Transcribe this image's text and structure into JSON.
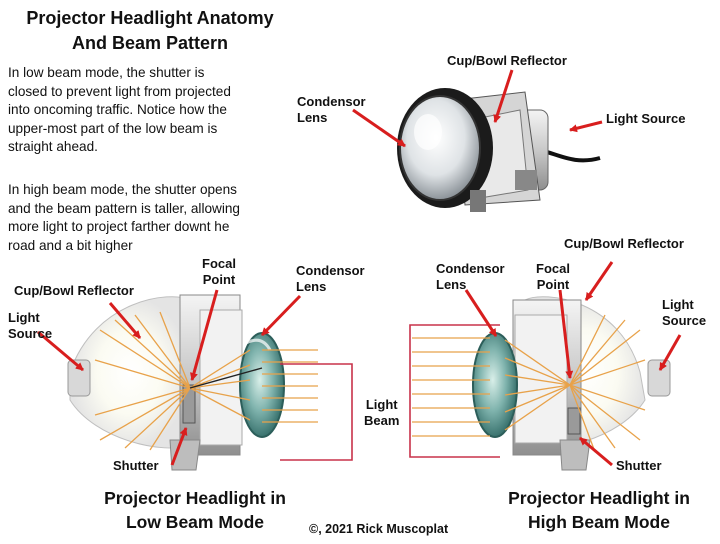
{
  "title": {
    "line1": "Projector Headlight Anatomy",
    "line2": "And Beam Pattern"
  },
  "description": {
    "low_beam": [
      "In low beam mode, the shutter is",
      "closed to prevent light from projected",
      "into oncoming traffic. Notice how the",
      "upper-most part of the low beam is",
      "straight ahead."
    ],
    "high_beam": [
      "In high beam mode, the shutter opens",
      "and the beam pattern is taller, allowing",
      "more light to project farther downt he",
      "road and a bit higher"
    ]
  },
  "top_unit": {
    "cup_reflector": "Cup/Bowl Reflector",
    "condensor_lens": [
      "Condensor",
      "Lens"
    ],
    "light_source": "Light Source"
  },
  "low_unit": {
    "cup_reflector": "Cup/Bowl Reflector",
    "light_source": [
      "Light",
      "Source"
    ],
    "focal_point": [
      "Focal",
      "Point"
    ],
    "condensor_lens": [
      "Condensor",
      "Lens"
    ],
    "shutter": "Shutter",
    "caption": [
      "Projector Headlight in",
      "Low Beam Mode"
    ]
  },
  "light_beam": [
    "Light",
    "Beam"
  ],
  "high_unit": {
    "cup_reflector": "Cup/Bowl Reflector",
    "condensor_lens": [
      "Condensor",
      "Lens"
    ],
    "focal_point": [
      "Focal",
      "Point"
    ],
    "light_source": [
      "Light",
      "Source"
    ],
    "shutter": "Shutter",
    "caption": [
      "Projector Headlight in",
      "High Beam Mode"
    ]
  },
  "copyright": "©, 2021 Rick Muscoplat",
  "colors": {
    "arrow": "#d81e1e",
    "ray": "#e8a24a",
    "lens": "#3f8a86",
    "bracket": "#c8324a"
  }
}
